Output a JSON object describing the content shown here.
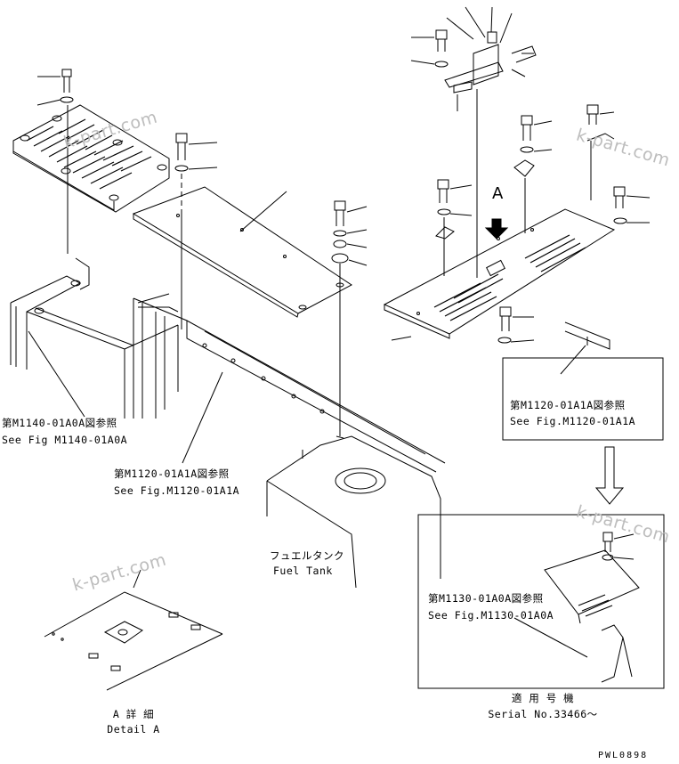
{
  "watermark": "k-part.com",
  "labels": {
    "ref_m1140_jp": "第M1140-01A0A図参照",
    "ref_m1140_en": "See Fig M1140-01A0A",
    "ref_m1120_center_jp": "第M1120-01A1A図参照",
    "ref_m1120_center_en": "See Fig.M1120-01A1A",
    "ref_m1120_right_jp": "第M1120-01A1A図参照",
    "ref_m1120_right_en": "See Fig.M1120-01A1A",
    "ref_m1130_jp": "第M1130-01A0A図参照",
    "ref_m1130_en": "See Fig.M1130-01A0A",
    "fuel_tank_jp": "フュエルタンク",
    "fuel_tank_en": "Fuel Tank",
    "detail_a_jp": "A 詳 細",
    "detail_a_en": "Detail A",
    "serial_jp": "適 用 号 機",
    "serial_en": "Serial No.33466～",
    "view_marker": "A",
    "drawing_code": "PWL0898"
  }
}
